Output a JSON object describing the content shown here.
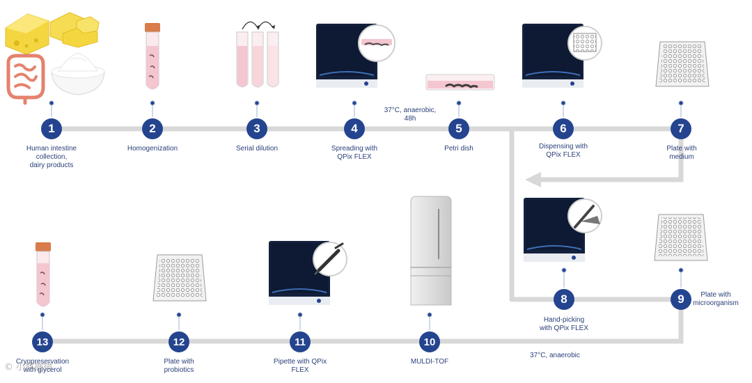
{
  "colors": {
    "node_fill": "#24448f",
    "connector_line": "#d8d8d8",
    "label_text": "#2a3f78",
    "instrument_dark": "#14213d",
    "tube_liquid": "#f4c6cf",
    "cap_orange": "#d97b4a"
  },
  "steps": [
    {
      "num": "1",
      "label": "Human intestine\ncollection,\ndairy products"
    },
    {
      "num": "2",
      "label": "Homogenization"
    },
    {
      "num": "3",
      "label": "Serial dilution"
    },
    {
      "num": "4",
      "label": "Spreading with\nQPix FLEX"
    },
    {
      "num": "5",
      "label": "Petri dish"
    },
    {
      "num": "6",
      "label": "Dispensing with\nQPix FLEX"
    },
    {
      "num": "7",
      "label": "Plate with\nmedium"
    },
    {
      "num": "8",
      "label": "Hand-picking\nwith QPix FLEX"
    },
    {
      "num": "9",
      "label": "Plate with\nmicroorganism"
    },
    {
      "num": "10",
      "label": "MULDI-TOF"
    },
    {
      "num": "11",
      "label": "Pipette with QPix\nFLEX"
    },
    {
      "num": "12",
      "label": "Plate with\nprobiotics"
    },
    {
      "num": "13",
      "label": "Cryopreservation\nwith glycerol"
    }
  ],
  "annotations": {
    "top_condition": "37°C, anaerobic,\n48h",
    "bottom_condition": "37°C, anaerobic"
  },
  "icons": [
    "cheese-icon",
    "intestine-icon",
    "yogurt-icon",
    "tube-icon",
    "dilution-tubes-icon",
    "qpix-instrument-icon",
    "petri-dish-icon",
    "well-plate-icon",
    "maldi-tof-icon",
    "pipette-icon",
    "gripper-icon"
  ],
  "watermark": "© 小数据镜"
}
